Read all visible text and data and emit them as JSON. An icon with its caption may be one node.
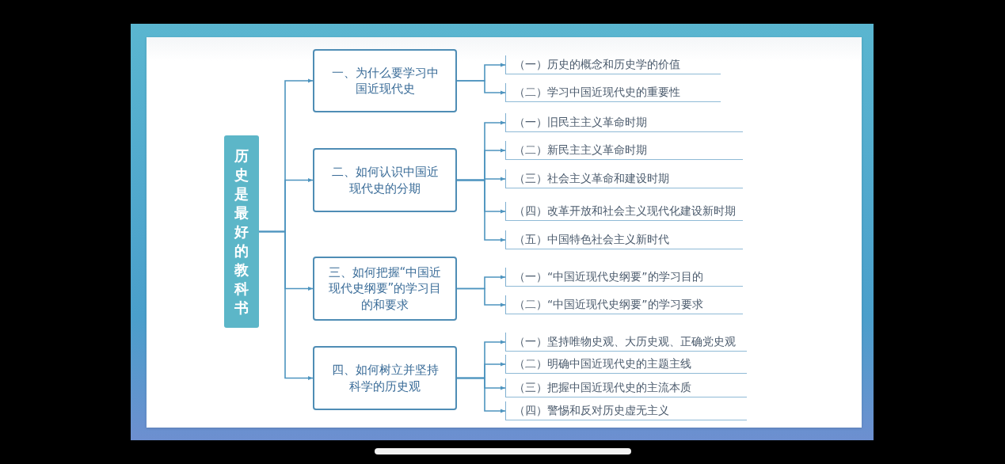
{
  "diagram": {
    "nodes": [
      {
        "text": [
          "历史是最好的教科书"
        ]
      },
      {
        "text": [
          "一、为什么要学习中国近现代史"
        ]
      },
      {
        "text": [
          "（一）历史的概念和历史学的价值"
        ]
      },
      {
        "text": [
          "（二）学习中国近现代史的重要性"
        ]
      },
      {
        "text": [
          "二、如何认识中国近现代史的分期"
        ]
      },
      {
        "text": [
          "（一）旧民主主义革命时期"
        ]
      },
      {
        "text": [
          "（二）新民主主义革命时期"
        ]
      },
      {
        "text": [
          "（三）社会主义革命和建设时期"
        ]
      },
      {
        "text": [
          "（四）改革开放和社会主义现代化建设新时期"
        ]
      },
      {
        "text": [
          "（五）中国特色社会主义新时代"
        ]
      },
      {
        "text": [
          "三、如何把握“中国近现代史纲要”的学习目的和要求"
        ]
      },
      {
        "text": [
          "（一）“中国近现代史纲要”的学习目的"
        ]
      },
      {
        "text": [
          "（二）“中国近现代史纲要”的学习要求"
        ]
      },
      {
        "text": [
          "四、如何树立并坚持科学的历史观"
        ]
      },
      {
        "text": [
          "（一）坚持唯物史观、大历史观、正确党史观"
        ]
      },
      {
        "text": [
          "（二）明确中国近现代史的主题主线"
        ]
      },
      {
        "text": [
          "（三）把握中国近现代史的主流本质"
        ]
      },
      {
        "text": [
          "（四）警惕和反对历史虚无主义"
        ]
      }
    ],
    "edges": [
      {
        "from": 0,
        "to": 1,
        "arrow": "to"
      },
      {
        "from": 0,
        "to": 4,
        "arrow": "to"
      },
      {
        "from": 0,
        "to": 10,
        "arrow": "to"
      },
      {
        "from": 0,
        "to": 13,
        "arrow": "to"
      },
      {
        "from": 1,
        "to": 2,
        "arrow": "to"
      },
      {
        "from": 1,
        "to": 3,
        "arrow": "to"
      },
      {
        "from": 4,
        "to": 5,
        "arrow": "to"
      },
      {
        "from": 4,
        "to": 6,
        "arrow": "to"
      },
      {
        "from": 4,
        "to": 7,
        "arrow": "to"
      },
      {
        "from": 4,
        "to": 8,
        "arrow": "to"
      },
      {
        "from": 4,
        "to": 9,
        "arrow": "to"
      },
      {
        "from": 10,
        "to": 11,
        "arrow": "to"
      },
      {
        "from": 10,
        "to": 12,
        "arrow": "to"
      },
      {
        "from": 13,
        "to": 14,
        "arrow": "to"
      },
      {
        "from": 13,
        "to": 15,
        "arrow": "to"
      },
      {
        "from": 13,
        "to": 16,
        "arrow": "to"
      },
      {
        "from": 13,
        "to": 17,
        "arrow": "to"
      }
    ]
  }
}
